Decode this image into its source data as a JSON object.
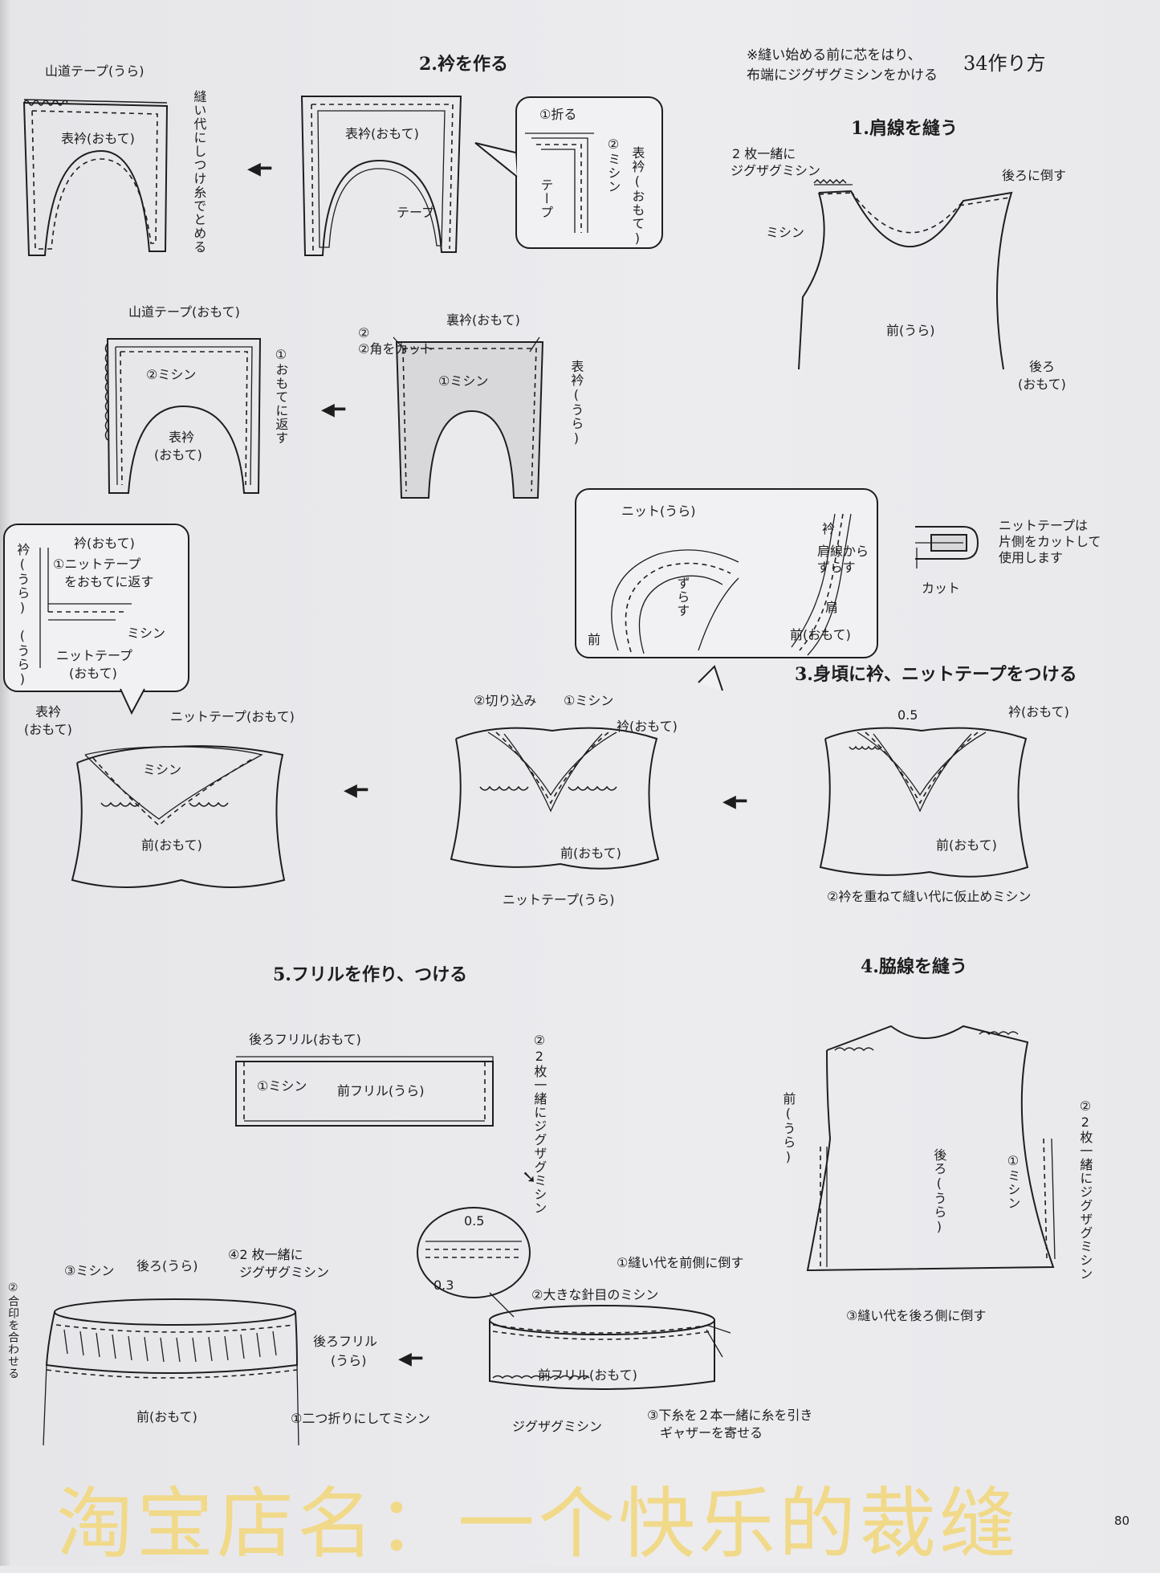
{
  "header": {
    "note_line1": "※縫い始める前に芯をはり、",
    "note_line2": "布端にジグザグミシンをかける",
    "chapter": "34作り方"
  },
  "sections": {
    "s1": "1.肩線を縫う",
    "s2": "2.衿を作る",
    "s3": "3.身頃に衿、ニットテープをつける",
    "s4": "4.脇線を縫う",
    "s5": "5.フリルを作り、つける"
  },
  "step1": {
    "together": "2 枚一緒に",
    "zigzag": "ジグザグミシン",
    "sew": "ミシン",
    "press_back": "後ろに倒す",
    "front_wrong": "前(うら)",
    "back": "後ろ",
    "right_side": "(おもて)"
  },
  "step2a": {
    "tape_wrong": "山道テープ(うら)",
    "outer_collar": "表衿(おもて)",
    "baste_note": "縫い代にしつけ糸でとめる",
    "tape": "テープ",
    "fold": "①折る",
    "sew2": "②ミシン",
    "tape_v": "テープ",
    "outer_collar_v": "表衿(おもて)"
  },
  "step2b": {
    "tape_right": "山道テープ(おもて)",
    "sew2": "②ミシン",
    "outer": "表衿",
    "right_side": "(おもて)",
    "turn": "①おもてに返す",
    "under_collar": "裏衿(おもて)",
    "corner_cut": "②角をカット",
    "sew1": "①ミシン",
    "outer_wrong": "表衿(うら)"
  },
  "step3_bubble": {
    "knit_wrong": "ニット(うら)",
    "collar": "衿",
    "shift": "肩線から",
    "shift2": "ずらす",
    "shift_v": "ずらす",
    "shoulder": "肩",
    "front": "前",
    "front_right": "前(おもて)"
  },
  "knit_tape_note": {
    "line1": "ニットテープは",
    "line2": "片側をカットして",
    "line3": "使用します",
    "cut": "カット"
  },
  "left_bubble": {
    "collar_right": "衿(おもて)",
    "collar_wrong_v": "衿(うら)",
    "knit_turn1": "①ニットテープ",
    "knit_turn2": "をおもてに返す",
    "wrong_v": "(うら)",
    "sew": "ミシン",
    "knit_tape": "ニットテープ",
    "right_side": "(おもて)"
  },
  "step3": {
    "outer": "表衿",
    "outer2": "(おもて)",
    "knit_right": "ニットテープ(おもて)",
    "sew": "ミシン",
    "front_right": "前(おもて)",
    "clip": "②切り込み",
    "sew1": "①ミシン",
    "collar_right": "衿(おもて)",
    "knit_wrong": "ニットテープ(うら)",
    "measure": "0.5",
    "baste": "②衿を重ねて縫い代に仮止めミシン"
  },
  "step4": {
    "front_wrong_v": "前(うら)",
    "back_wrong_v": "後ろ(うら)",
    "sew1_v": "①ミシン",
    "zigzag_v": "②2枚一緒にジグザグミシン",
    "press_back": "③縫い代を後ろ側に倒す"
  },
  "step5": {
    "back_frill": "後ろフリル(おもて)",
    "sew1": "①ミシン",
    "front_frill_wrong": "前フリル(うら)",
    "zigzag_v": "②2枚一緒にジグザグミシン",
    "m05": "0.5",
    "m03": "0.3",
    "press_front": "①縫い代を前側に倒す",
    "big_stitch": "②大きな針目のミシン",
    "front_frill_right": "前フリル(おもて)",
    "zigzag": "ジグザグミシン",
    "gather1": "③下糸を２本一緒に糸を引き",
    "gather2": "ギャザーを寄せる",
    "sew3": "③ミシン",
    "back_wrong": "後ろ(うら)",
    "zig4a": "④2 枚一緒に",
    "zig4b": "ジグザグミシン",
    "match_v": "②合印を合わせる",
    "back_frill_wrong1": "後ろフリル",
    "back_frill_wrong2": "(うら)",
    "front_right": "前(おもて)",
    "fold_sew": "①二つ折りにしてミシン"
  },
  "watermark": "淘宝店名：一个快乐的裁缝",
  "page_number": "80"
}
